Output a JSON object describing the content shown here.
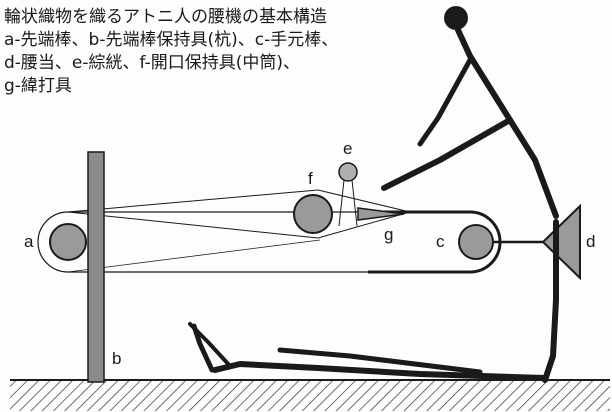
{
  "caption": {
    "line1": "輪状織物を織るアトニ人の腰機の基本構造",
    "line2": "a-先端棒、b-先端棒保持具(杭)、c-手元棒、",
    "line3": "d-腰当、e-綜絖、f-開口保持具(中筒)、",
    "line4": "g-緯打具"
  },
  "labels": {
    "a": "a",
    "b": "b",
    "c": "c",
    "d": "d",
    "e": "e",
    "f": "f",
    "g": "g"
  },
  "colors": {
    "ink": "#1a1a1a",
    "fill_gray": "#9a9a9a",
    "pole": "#7a7a7a",
    "ground_hatch": "#333333"
  }
}
